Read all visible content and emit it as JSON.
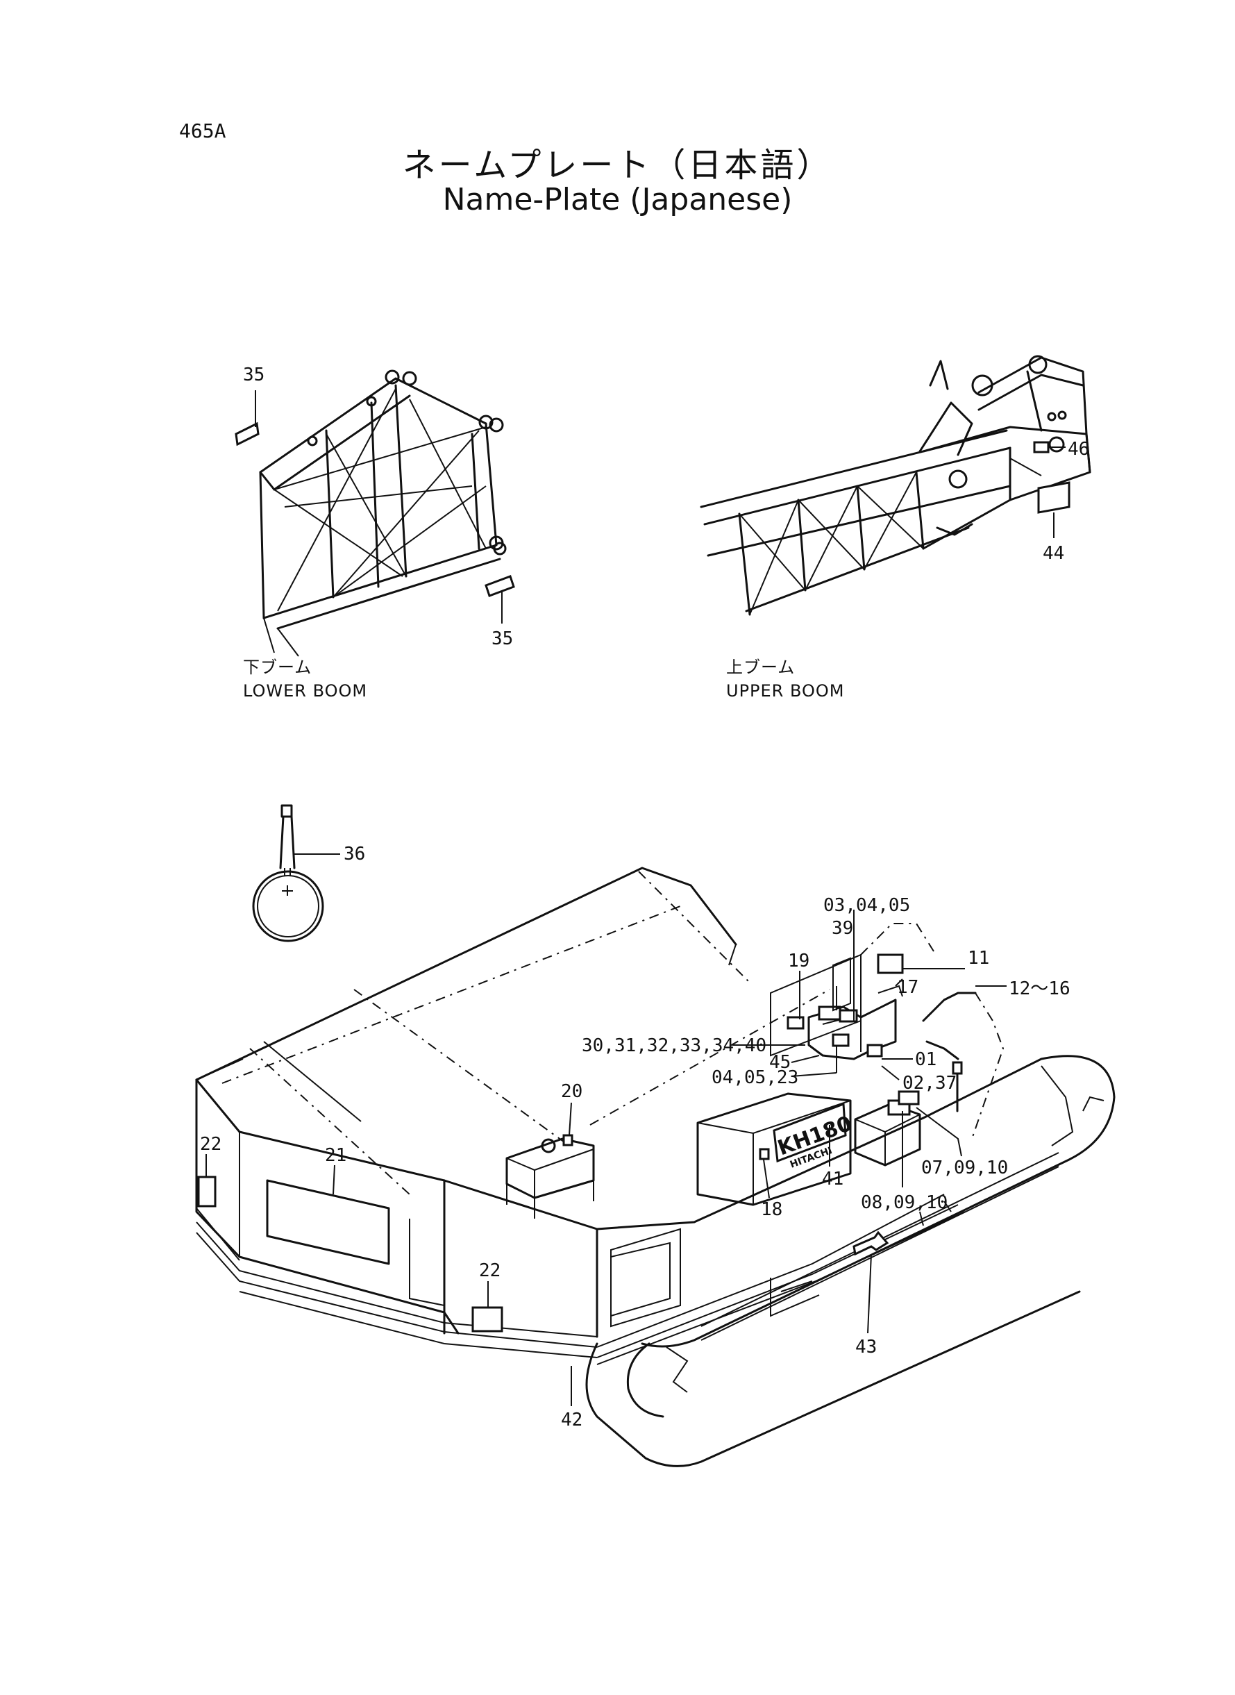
{
  "page_number": "465A",
  "title_japanese": "ネームプレート（日本語）",
  "title_english": "Name-Plate (Japanese)",
  "views": {
    "lower_boom": {
      "label_jp": "下ブーム",
      "label_en": "LOWER BOOM"
    },
    "upper_boom": {
      "label_jp": "上ブーム",
      "label_en": "UPPER BOOM"
    }
  },
  "callouts": {
    "lb_35_top": "35",
    "lb_35_bottom": "35",
    "ub_46": "46",
    "ub_44": "44",
    "c36": "36",
    "c03_04_05": "03,04,05",
    "c39": "39",
    "c19": "19",
    "c11": "11",
    "c17": "17",
    "c12_16": "12～16",
    "c30_40": "30,31,32,33,34,40",
    "c45": "45",
    "c01": "01",
    "c04_05_23": "04,05,23",
    "c02_37": "02,37",
    "c20": "20",
    "c22_left": "22",
    "c21": "21",
    "c18": "18",
    "c41": "41",
    "c07_09_10": "07,09,10",
    "c08_09_10": "08,09,10",
    "c22_bottom": "22",
    "c43": "43",
    "c42": "42"
  },
  "machine_badge": {
    "model": "KH180",
    "brand": "HITACHI"
  }
}
